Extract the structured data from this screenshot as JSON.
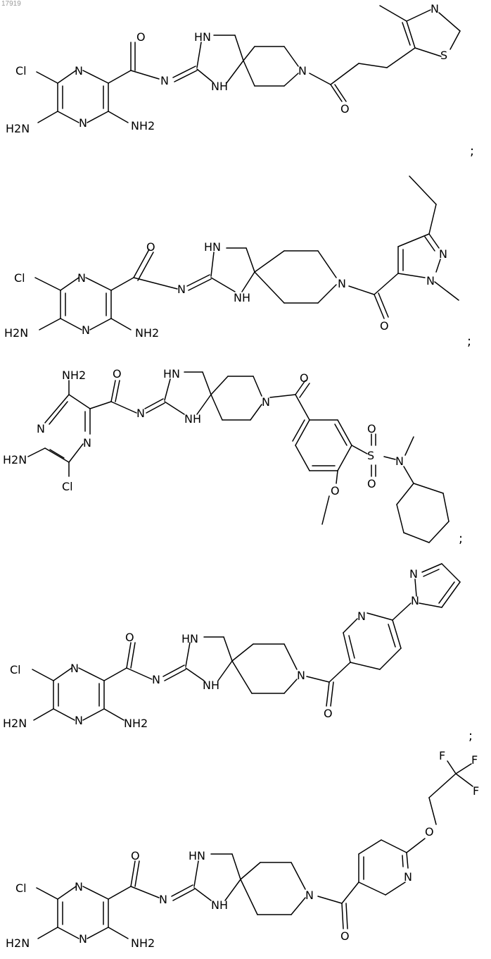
{
  "page_id": "17919",
  "separator": ";",
  "molecules": [
    {
      "labels": {
        "cl": "Cl",
        "n_pz_top": "N",
        "n_pz_bot": "N",
        "nh2_left": "H2N",
        "nh2_right": "NH2",
        "o_amide": "O",
        "n_imine": "N",
        "hn": "HN",
        "nh": "NH",
        "n_pip": "N",
        "o_ketone": "O",
        "n_thz": "N",
        "s_thz": "S"
      }
    },
    {
      "labels": {
        "cl": "Cl",
        "n_pz_top": "N",
        "n_pz_bot": "N",
        "nh2_left": "H2N",
        "nh2_right": "NH2",
        "o_amide": "O",
        "n_imine": "N",
        "hn": "HN",
        "nh": "NH",
        "n_pip": "N",
        "o_ketone": "O",
        "n_pyr1": "N",
        "n_pyr2": "N"
      }
    },
    {
      "labels": {
        "nh2_top": "NH2",
        "nh2_left": "H2N",
        "cl": "Cl",
        "n_pz_left": "N",
        "n_pz_right": "N",
        "o_amide": "O",
        "n_imine": "N",
        "hn": "HN",
        "nh": "NH",
        "n_pip": "N",
        "o_ketone": "O",
        "s": "S",
        "o_s1": "O",
        "o_s2": "O",
        "n_sulf": "N",
        "o_meo": "O"
      }
    },
    {
      "labels": {
        "cl": "Cl",
        "n_pz_top": "N",
        "n_pz_bot": "N",
        "nh2_left": "H2N",
        "nh2_right": "NH2",
        "o_amide": "O",
        "n_imine": "N",
        "hn": "HN",
        "nh": "NH",
        "n_pip": "N",
        "o_ketone": "O",
        "n_pyridine": "N",
        "n_pz1": "N",
        "n_pz2": "N"
      }
    },
    {
      "labels": {
        "cl": "Cl",
        "n_pz_top": "N",
        "n_pz_bot": "N",
        "nh2_left": "H2N",
        "nh2_right": "NH2",
        "o_amide": "O",
        "n_imine": "N",
        "hn": "HN",
        "nh": "NH",
        "n_pip": "N",
        "o_ketone": "O",
        "n_pyridine": "N",
        "o_ether": "O",
        "f1": "F",
        "f2": "F",
        "f3": "F"
      }
    }
  ]
}
